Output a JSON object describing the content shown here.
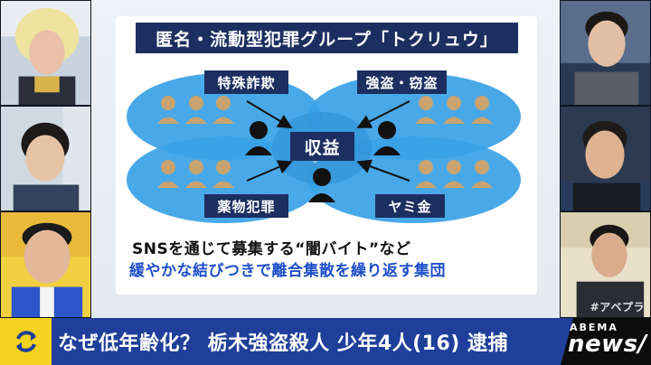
{
  "board": {
    "title": "匿名・流動型犯罪グループ「トクリュウ」",
    "labels": {
      "fraud": "特殊詐欺",
      "robbery": "強盗・窃盗",
      "drugs": "薬物犯罪",
      "loan": "ヤミ金",
      "profit": "収益"
    },
    "caption_line1": "SNSを通じて募集する“闇バイト”など",
    "caption_line2": "緩やかな結びつきで離合集散を繰り返す集団"
  },
  "ticker": {
    "headline": "なぜ低年齢化？ 栃木強盗殺人 少年4人(16) 逮捕",
    "brand_top": "ABEMA",
    "brand_main": "news/",
    "icon": "refresh-cycle-icon"
  },
  "tiles": {
    "watermark": "#アベプラ"
  },
  "colors": {
    "navy": "#1c2f60",
    "ellipse": "#3aa2e6",
    "person": "#c9a36f",
    "ticker_bg": "#1f3f9a",
    "ticker_icon": "#f4d21f",
    "caption_blue": "#1f4fc8"
  }
}
